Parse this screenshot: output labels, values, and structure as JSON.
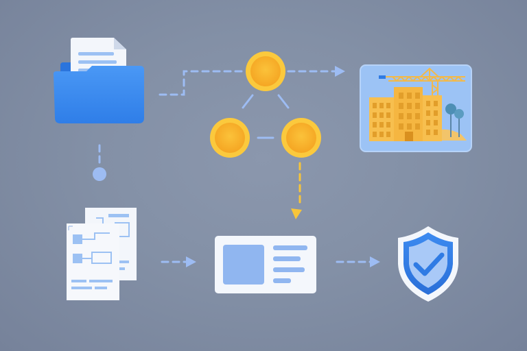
{
  "diagram": {
    "nodes": [
      {
        "id": "folder",
        "icon": "folder-with-documents-icon"
      },
      {
        "id": "network",
        "icon": "three-node-network-icon"
      },
      {
        "id": "construction",
        "icon": "construction-site-image-icon"
      },
      {
        "id": "blueprints",
        "icon": "blueprint-documents-icon"
      },
      {
        "id": "card",
        "icon": "id-card-icon"
      },
      {
        "id": "shield",
        "icon": "shield-check-icon"
      }
    ],
    "edges": [
      {
        "from": "folder",
        "to": "network",
        "style": "dashed"
      },
      {
        "from": "network",
        "to": "construction",
        "style": "dashed-arrow"
      },
      {
        "from": "folder",
        "to": "dot",
        "style": "dashed"
      },
      {
        "from": "network",
        "to": "card",
        "style": "dashed-arrow"
      },
      {
        "from": "blueprints",
        "to": "card",
        "style": "dashed-arrow"
      },
      {
        "from": "card",
        "to": "shield",
        "style": "dashed-arrow"
      }
    ]
  },
  "colors": {
    "background": "#8390a6",
    "connector": "#9dbcf3",
    "folder_blue": "#3b8cf0",
    "coin_orange": "#f6a723",
    "coin_yellow": "#fbc93d",
    "building_yellow": "#f7bf4f",
    "panel_blue": "#9cc3f5",
    "card_blue": "#90b6f0",
    "shield_blue": "#2f7be4",
    "arrow_yellow": "#f7c53a"
  }
}
